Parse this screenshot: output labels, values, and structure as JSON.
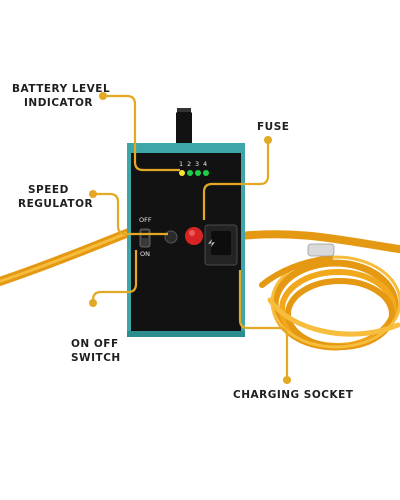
{
  "callouts": {
    "battery_line1": "BATTERY LEVEL",
    "battery_line2": "INDICATOR",
    "fuse": "FUSE",
    "speed_line1": "SPEED",
    "speed_line2": "REGULATOR",
    "onoff_line1": "ON OFF",
    "onoff_line2": "SWITCH",
    "charging": "CHARGING SOCKET"
  },
  "device": {
    "indicator_numbers": [
      "1",
      "2",
      "3",
      "4"
    ],
    "switch_off": "OFF",
    "switch_on": "ON"
  },
  "colors": {
    "callout_line": "#e3a824",
    "box_body": "#151515",
    "box_trim": "#3ea6a8",
    "cable": "#f2a81d",
    "led_green": "#1fcf4a",
    "led_yellow": "#f1e63a",
    "fuse_red": "#d72323"
  }
}
